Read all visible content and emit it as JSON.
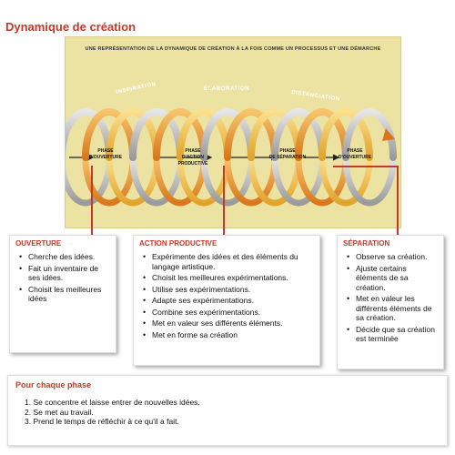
{
  "title": "Dynamique de création",
  "diagram": {
    "subtitle": "UNE REPRÉSENTATION DE LA DYNAMIQUE DE CRÉATION À LA FOIS COMME UN PROCESSUS ET UNE DÉMARCHE",
    "curve_labels": [
      "INSPIRATION",
      "ÉLABORATION",
      "DISTANCIATION"
    ],
    "phase_labels": [
      [
        "PHASE",
        "D'OUVERTURE"
      ],
      [
        "PHASE",
        "D'ACTION",
        "PRODUCTIVE"
      ],
      [
        "PHASE",
        "DE SÉPARATION"
      ],
      [
        "PHASE",
        "D'OUVERTURE"
      ]
    ],
    "colors": {
      "background": "#ece3a3",
      "coil_grey": "#c9c9c9",
      "coil_orange": "#e89b2e",
      "coil_yellow": "#f2c14a",
      "arrow": "#222222",
      "connector": "#c0392b"
    }
  },
  "cards": {
    "ouverture": {
      "heading": "OUVERTURE",
      "items": [
        "Cherche des idées.",
        "Fait un inventaire de ses idées.",
        "Choisit les meilleures idées"
      ]
    },
    "action": {
      "heading": "ACTION PRODUCTIVE",
      "items": [
        "Expérimente des idées et des éléments du langage artistique.",
        "Choisit les meilleures expérimentations.",
        "Utilise ses expérimentations.",
        "Adapte ses expérimentations.",
        "Combine ses expérimentations.",
        "Met en valeur ses différents éléments.",
        "Met en forme sa création"
      ]
    },
    "separation": {
      "heading": "SÉPARATION",
      "items": [
        "Observe sa création.",
        "Ajuste certains éléments de sa création.",
        "Met en valeur les différents éléments de sa création.",
        "Décide que sa création est terminée"
      ]
    }
  },
  "phase_panel": {
    "title": "Pour chaque phase",
    "items": [
      "1. Se concentre et laisse entrer de nouvelles idées.",
      "2. Se met au travail.",
      "3. Prend le temps de réfléchir à ce qu'il a fait."
    ]
  }
}
